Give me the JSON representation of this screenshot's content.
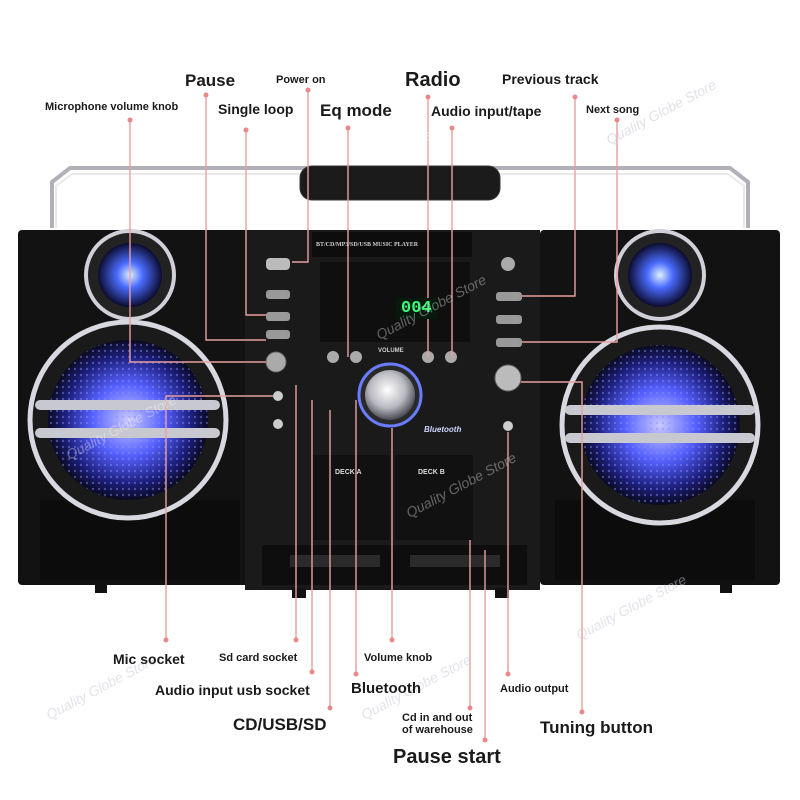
{
  "labels": {
    "pause": "Pause",
    "power_on": "Power on",
    "radio": "Radio",
    "previous_track": "Previous track",
    "microphone_volume_knob": "Microphone volume knob",
    "single_loop": "Single loop",
    "eq_mode": "Eq mode",
    "audio_input_tape": "Audio input/tape",
    "next_song": "Next song",
    "mic_socket": "Mic socket",
    "sd_card_socket": "Sd card socket",
    "volume_knob": "Volume knob",
    "audio_input_usb_socket": "Audio input usb socket",
    "bluetooth": "Bluetooth",
    "audio_output": "Audio output",
    "cd_usb_sd": "CD/USB/SD",
    "cd_in_out_line1": "Cd in and out",
    "cd_in_out_line2": "of warehouse",
    "tuning_button": "Tuning button",
    "pause_start": "Pause start"
  },
  "device": {
    "panel_text": "BT/CD/MP3/SD/USB MUSIC PLAYER",
    "display_value": "004",
    "deck_a": "DECK A",
    "deck_b": "DECK B",
    "bluetooth_badge": "Bluetooth",
    "volume_text": "VOLUME"
  },
  "watermark": "Quality Globe Store",
  "colors": {
    "pointer_line": "#e8a0a0",
    "body": "#151515",
    "speaker_glow": "#5560ff",
    "display_green": "#3dff7a"
  }
}
